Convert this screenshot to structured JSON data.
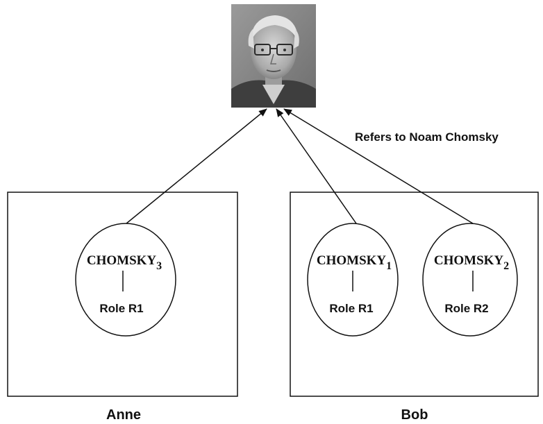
{
  "photo": {
    "subject": "portrait-photo-noam-chomsky",
    "style": "grayscale"
  },
  "annotation": "Refers to Noam Chomsky",
  "people": [
    {
      "name": "Anne",
      "concepts": [
        {
          "term": "CHOMSKY",
          "subscript": "3",
          "role": "Role R1"
        }
      ]
    },
    {
      "name": "Bob",
      "concepts": [
        {
          "term": "CHOMSKY",
          "subscript": "1",
          "role": "Role R1"
        },
        {
          "term": "CHOMSKY",
          "subscript": "2",
          "role": "Role R2"
        }
      ]
    }
  ],
  "colors": {
    "line": "#111111",
    "background": "#ffffff"
  }
}
